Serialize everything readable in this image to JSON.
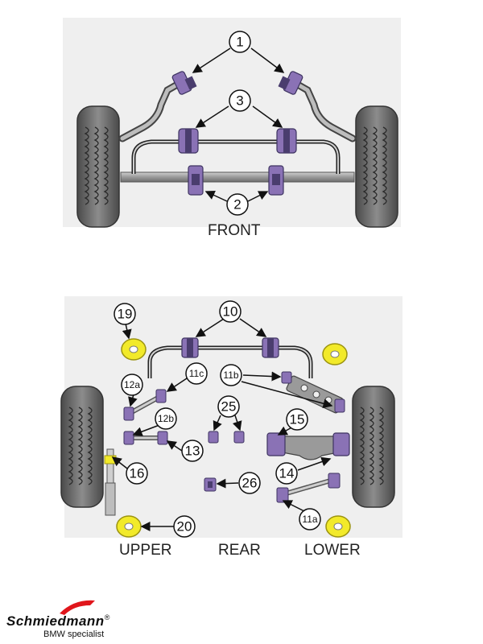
{
  "front": {
    "section_label": "FRONT",
    "callouts": [
      "1",
      "3",
      "2"
    ]
  },
  "rear": {
    "callouts": [
      "19",
      "10",
      "12a",
      "11c",
      "11b",
      "15",
      "12b",
      "25",
      "13",
      "16",
      "14",
      "26",
      "11a",
      "20"
    ],
    "labels": {
      "upper": "UPPER",
      "rear": "REAR",
      "lower": "LOWER"
    }
  },
  "logo": {
    "name": "Schmiedmann",
    "registered": "®",
    "tagline": "BMW specialist"
  },
  "colors": {
    "bushing_purple": "#8a72b5",
    "bushing_dark": "#4a3d6e",
    "bushing_yellow": "#f2ea2a",
    "tyre": "#6b6b6b",
    "bar_grey": "#9a9a9a",
    "background_panel": "#efefef",
    "logo_swoosh": "#e0161b"
  }
}
